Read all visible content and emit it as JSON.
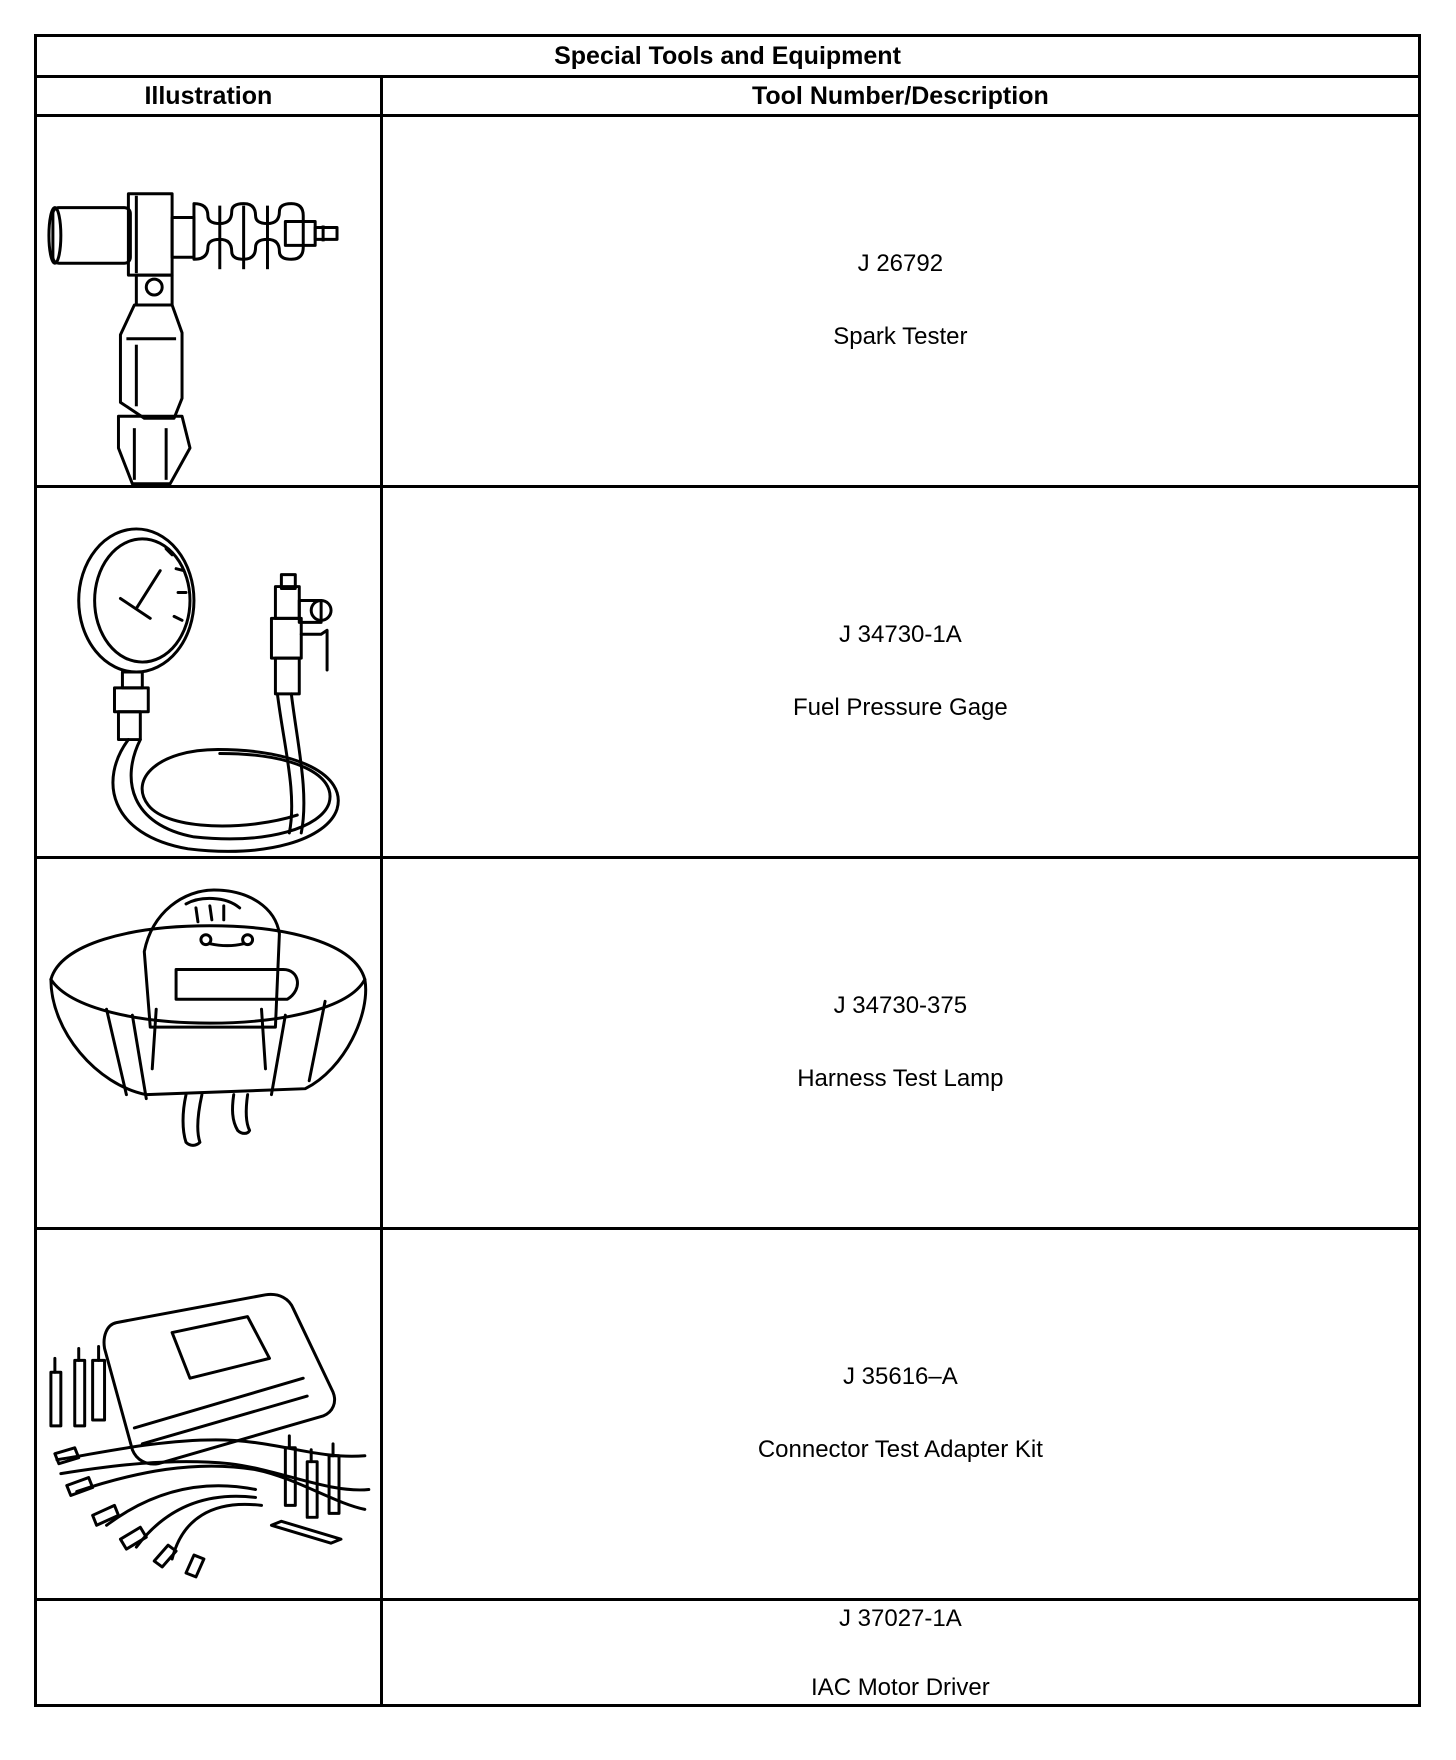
{
  "table": {
    "title": "Special Tools and Equipment",
    "headers": {
      "illustration": "Illustration",
      "description": "Tool Number/Description"
    },
    "rows": [
      {
        "number": "J 26792",
        "description": "Spark Tester",
        "illustration": "spark-tester"
      },
      {
        "number": "J 34730-1A",
        "description": "Fuel Pressure Gage",
        "illustration": "fuel-pressure-gage"
      },
      {
        "number": "J 34730-375",
        "description": "Harness Test Lamp",
        "illustration": "harness-test-lamp"
      },
      {
        "number": "J 35616–A",
        "description": "Connector Test Adapter Kit",
        "illustration": "connector-test-adapter-kit"
      },
      {
        "number": "J 37027-1A",
        "description": "IAC Motor Driver",
        "illustration": ""
      }
    ]
  }
}
